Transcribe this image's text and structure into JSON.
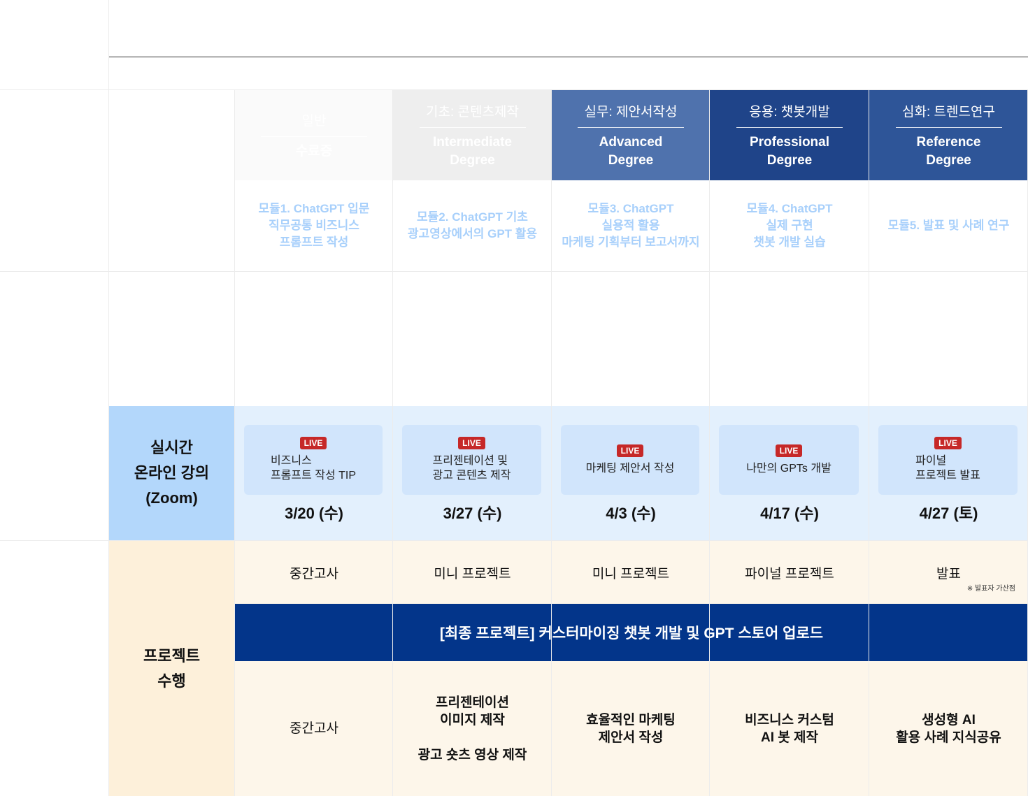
{
  "tracks": [
    {
      "title": "일반",
      "degree": "수료증",
      "module": [
        "모듈1. ChatGPT 입문",
        "직무공통 비즈니스",
        "프롬프트 작성"
      ],
      "bg": "#fafafa"
    },
    {
      "title": "기초: 콘텐츠제작",
      "degree": "Intermediate Degree",
      "module": [
        "모듈2. ChatGPT 기초",
        "광고영상에서의 GPT 활용"
      ],
      "bg": "#eeeeee"
    },
    {
      "title": "실무: 제안서작성",
      "degree": "Advanced Degree",
      "module": [
        "모듈3. ChatGPT",
        "실용적 활용",
        "마케팅 기획부터 보고서까지"
      ],
      "bg": "#4f72ad"
    },
    {
      "title": "응용: 챗봇개발",
      "degree": "Professional Degree",
      "module": [
        "모듈4. ChatGPT",
        "실제 구현",
        "챗봇 개발 실습"
      ],
      "bg": "#1f4489"
    },
    {
      "title": "심화: 트렌드연구",
      "degree": "Reference Degree",
      "module": [
        "모듈5. 발표 및 사례 연구"
      ],
      "bg": "#2e5598"
    }
  ],
  "live": {
    "label": [
      "실시간",
      "온라인 강의",
      "(Zoom)"
    ],
    "badge": "LIVE",
    "sessions": [
      {
        "topic": "비즈니스\n프롬프트 작성 TIP",
        "date": "3/20 (수)"
      },
      {
        "topic": "프리젠테이션 및\n광고 콘텐츠 제작",
        "date": "3/27 (수)"
      },
      {
        "topic": "마케팅 제안서 작성",
        "date": "4/3 (수)"
      },
      {
        "topic": "나만의 GPTs 개발",
        "date": "4/17 (수)"
      },
      {
        "topic": "파이널\n프로젝트 발표",
        "date": "4/27 (토)"
      }
    ]
  },
  "project": {
    "label": [
      "프로젝트",
      "수행"
    ],
    "row1": [
      "중간고사",
      "미니 프로젝트",
      "미니 프로젝트",
      "파이널 프로젝트",
      "발표"
    ],
    "note": "※ 발표자 가산점",
    "banner": "[최종 프로젝트] 커스터마이징 챗봇 개발 및 GPT 스토어 업로드",
    "row2": [
      "중간고사",
      "프리젠테이션\n이미지 제작\n\n광고 숏츠 영상 제작",
      "효율적인 마케팅\n제안서 작성",
      "비즈니스 커스텀\nAI 봇 제작",
      "생성형 AI\n활용 사례 지식공유"
    ]
  }
}
